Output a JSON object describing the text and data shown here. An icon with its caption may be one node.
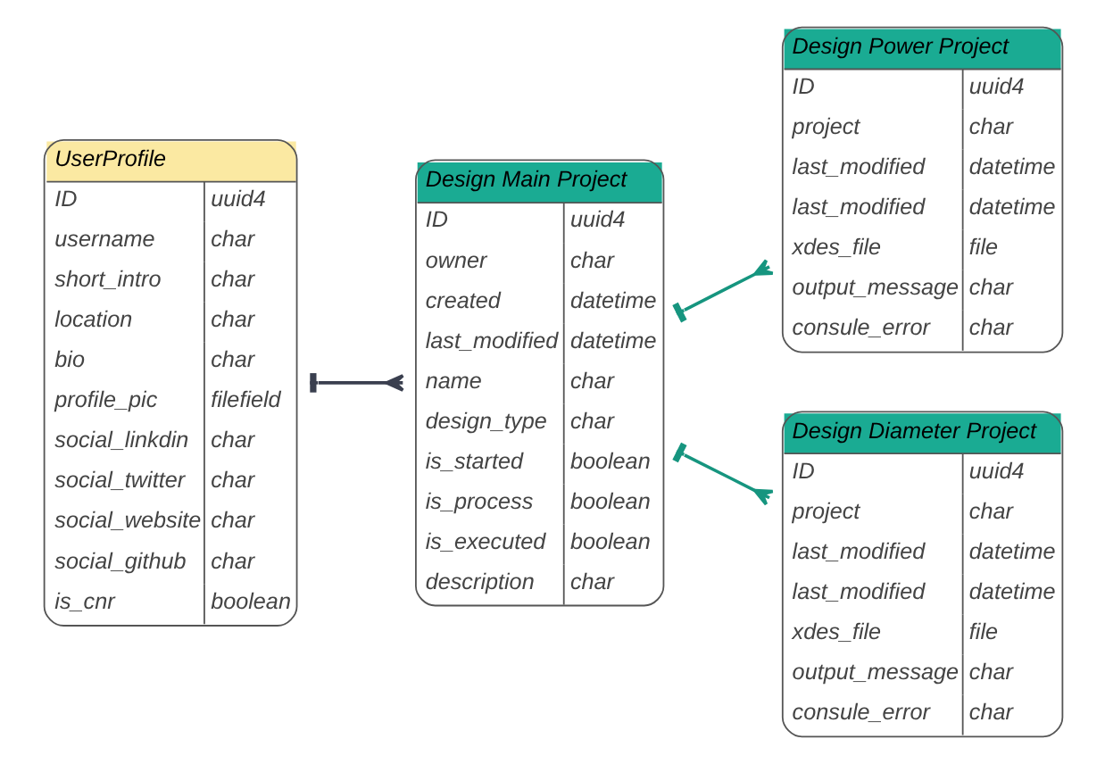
{
  "diagram": {
    "nodes": [
      {
        "text": [
          "UserProfile",
          "ID",
          "uuid4",
          "username",
          "char",
          "short_intro",
          "char",
          "location",
          "char",
          "bio",
          "char",
          "profile_pic",
          "filefield",
          "social_linkdin",
          "char",
          "social_twitter",
          "char",
          "social_website",
          "char",
          "social_github",
          "char",
          "is_cnr",
          "boolean"
        ]
      },
      {
        "text": [
          "Design Main Project",
          "ID",
          "uuid4",
          "owner",
          "char",
          "created",
          "datetime",
          "last_modified",
          "datetime",
          "name",
          "char",
          "design_type",
          "char",
          "is_started",
          "boolean",
          "is_process",
          "boolean",
          "is_executed",
          "boolean",
          "description",
          "char"
        ]
      },
      {
        "text": [
          "Design Power Project",
          "ID",
          "uuid4",
          "project",
          "char",
          "last_modified",
          "datetime",
          "last_modified",
          "datetime",
          "xdes_file",
          "file",
          "output_message",
          "char",
          "consule_error",
          "char"
        ]
      },
      {
        "text": [
          "Design Diameter Project",
          "ID",
          "uuid4",
          "project",
          "char",
          "last_modified",
          "datetime",
          "last_modified",
          "datetime",
          "xdes_file",
          "file",
          "output_message",
          "char",
          "consule_error",
          "char"
        ]
      }
    ],
    "edges": [
      {
        "from": 0,
        "to": 1,
        "arrow": "other",
        "color": "#3a3f4f"
      },
      {
        "from": 1,
        "to": 2,
        "arrow": "other"
      },
      {
        "from": 1,
        "to": 3,
        "arrow": "other"
      }
    ]
  }
}
